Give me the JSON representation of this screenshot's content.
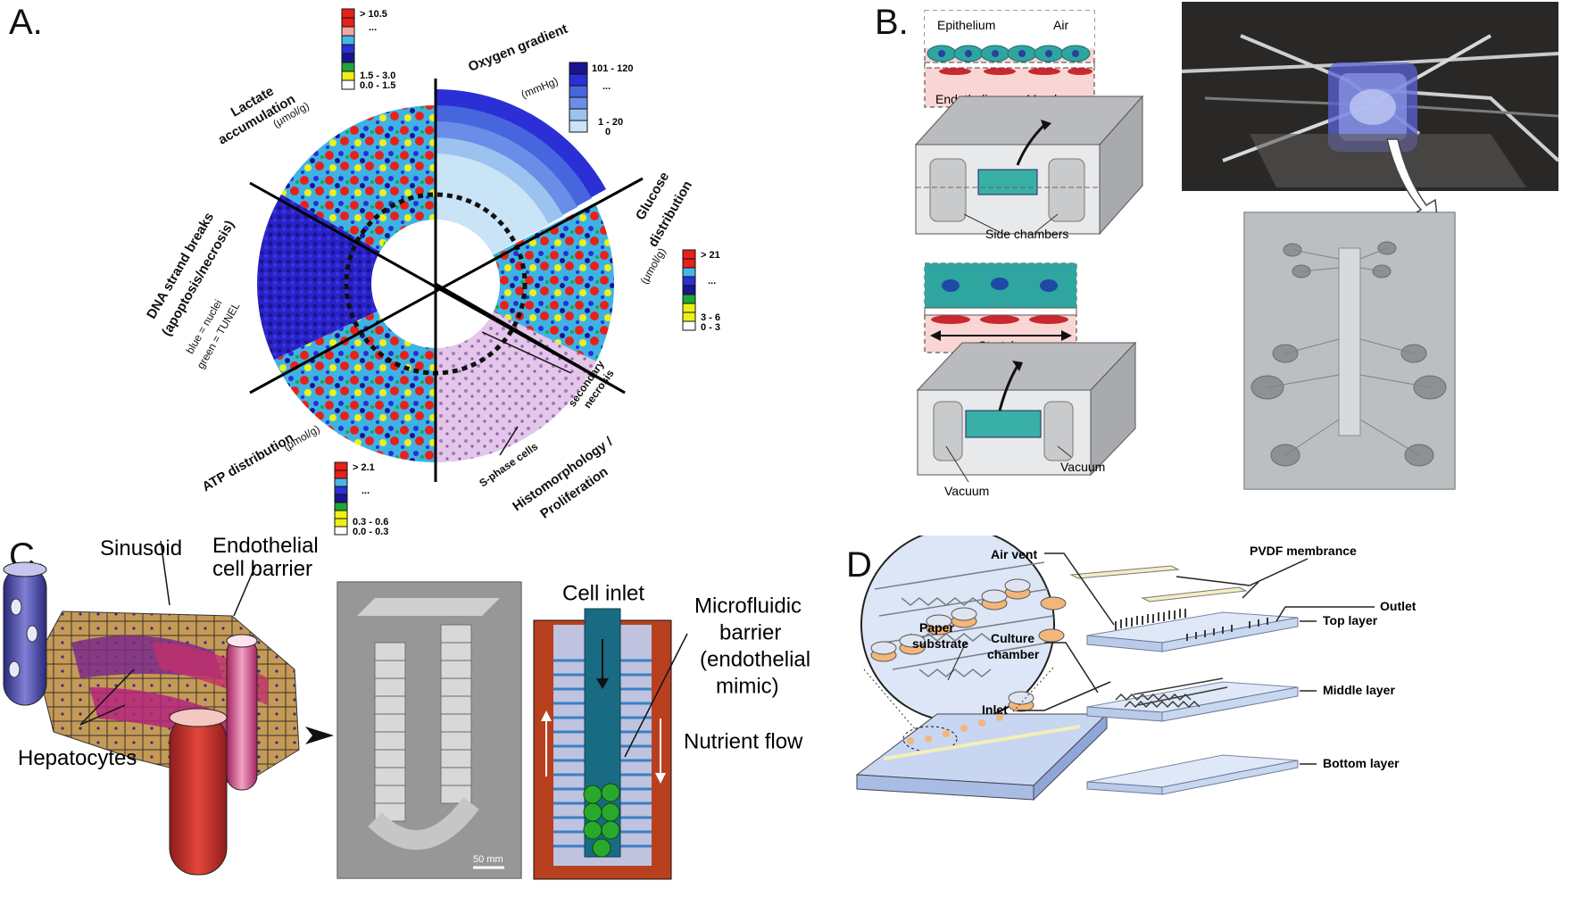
{
  "panels": {
    "A": {
      "label": "A.",
      "sectors": {
        "lactate": {
          "title1": "Lactate",
          "title2": "accumulation",
          "unit": "(μmol/g)"
        },
        "oxygen": {
          "title1": "Oxygen gradient",
          "unit": "(mmHg)"
        },
        "glucose": {
          "title1": "Glucose",
          "title2": "distribution",
          "unit": "(μmol/g)"
        },
        "dna": {
          "title1": "DNA strand breaks",
          "title2": "(apoptosis/necrosis)",
          "note1": "blue = nuclei",
          "note2": "green = TUNEL"
        },
        "atp": {
          "title1": "ATP distribution",
          "unit": "(μmol/g)"
        },
        "histo": {
          "title1": "Histomorphology /",
          "title2": "Proliferation",
          "note1": "S-phase cells",
          "note2": "secondary",
          "note3": "necrosis"
        }
      },
      "legends": {
        "lactate": {
          "top": "> 10.5",
          "dots": "...",
          "l2": "1.5 - 3.0",
          "bottom": "0.0 - 1.5"
        },
        "oxygen": {
          "top": "101 - 120",
          "dots": "...",
          "l2": "1 - 20",
          "bottom": "0"
        },
        "glucose": {
          "top": "> 21",
          "dots": "...",
          "l2": "3 - 6",
          "bottom": "0 - 3"
        },
        "atp": {
          "top": "> 2.1",
          "dots": "...",
          "l2": "0.3 - 0.6",
          "bottom": "0.0 - 0.3"
        }
      },
      "colors": {
        "red": "#e8201b",
        "blue": "#2a2fd6",
        "navy": "#1b1490",
        "cyan": "#46b6e6",
        "yellow": "#eef015",
        "green": "#1fa63a",
        "lilac": "#d6b3df"
      }
    },
    "B": {
      "label": "B.",
      "labels": {
        "epithelium": "Epithelium",
        "air": "Air",
        "endothelium": "Endothelium",
        "membrane": "Membrane",
        "side_chambers": "Side  chambers",
        "stretch": "Stretch",
        "vacuum_left": "Vacuum",
        "vacuum_right": "Vacuum"
      }
    },
    "C": {
      "label": "C.",
      "labels": {
        "sinusoid": "Sinusoid",
        "endothelial1": "Endothelial",
        "endothelial2": "cell barrier",
        "hepatocytes": "Hepatocytes",
        "scale": "50 mm",
        "cell_inlet": "Cell inlet",
        "barrier1": "Microfluidic",
        "barrier2": "barrier",
        "barrier3": "(endothelial",
        "barrier4": "mimic)",
        "nutrient": "Nutrient flow"
      }
    },
    "D": {
      "label": "D.",
      "labels": {
        "pvdf": "PVDF membrance",
        "air_vent": "Air vent",
        "top_layer": "Top layer",
        "outlet": "Outlet",
        "culture1": "Culture",
        "culture2": "chamber",
        "middle_layer": "Middle layer",
        "inlet": "Inlet",
        "bottom_layer": "Bottom layer",
        "paper1": "Paper",
        "paper2": "substrate"
      }
    }
  }
}
